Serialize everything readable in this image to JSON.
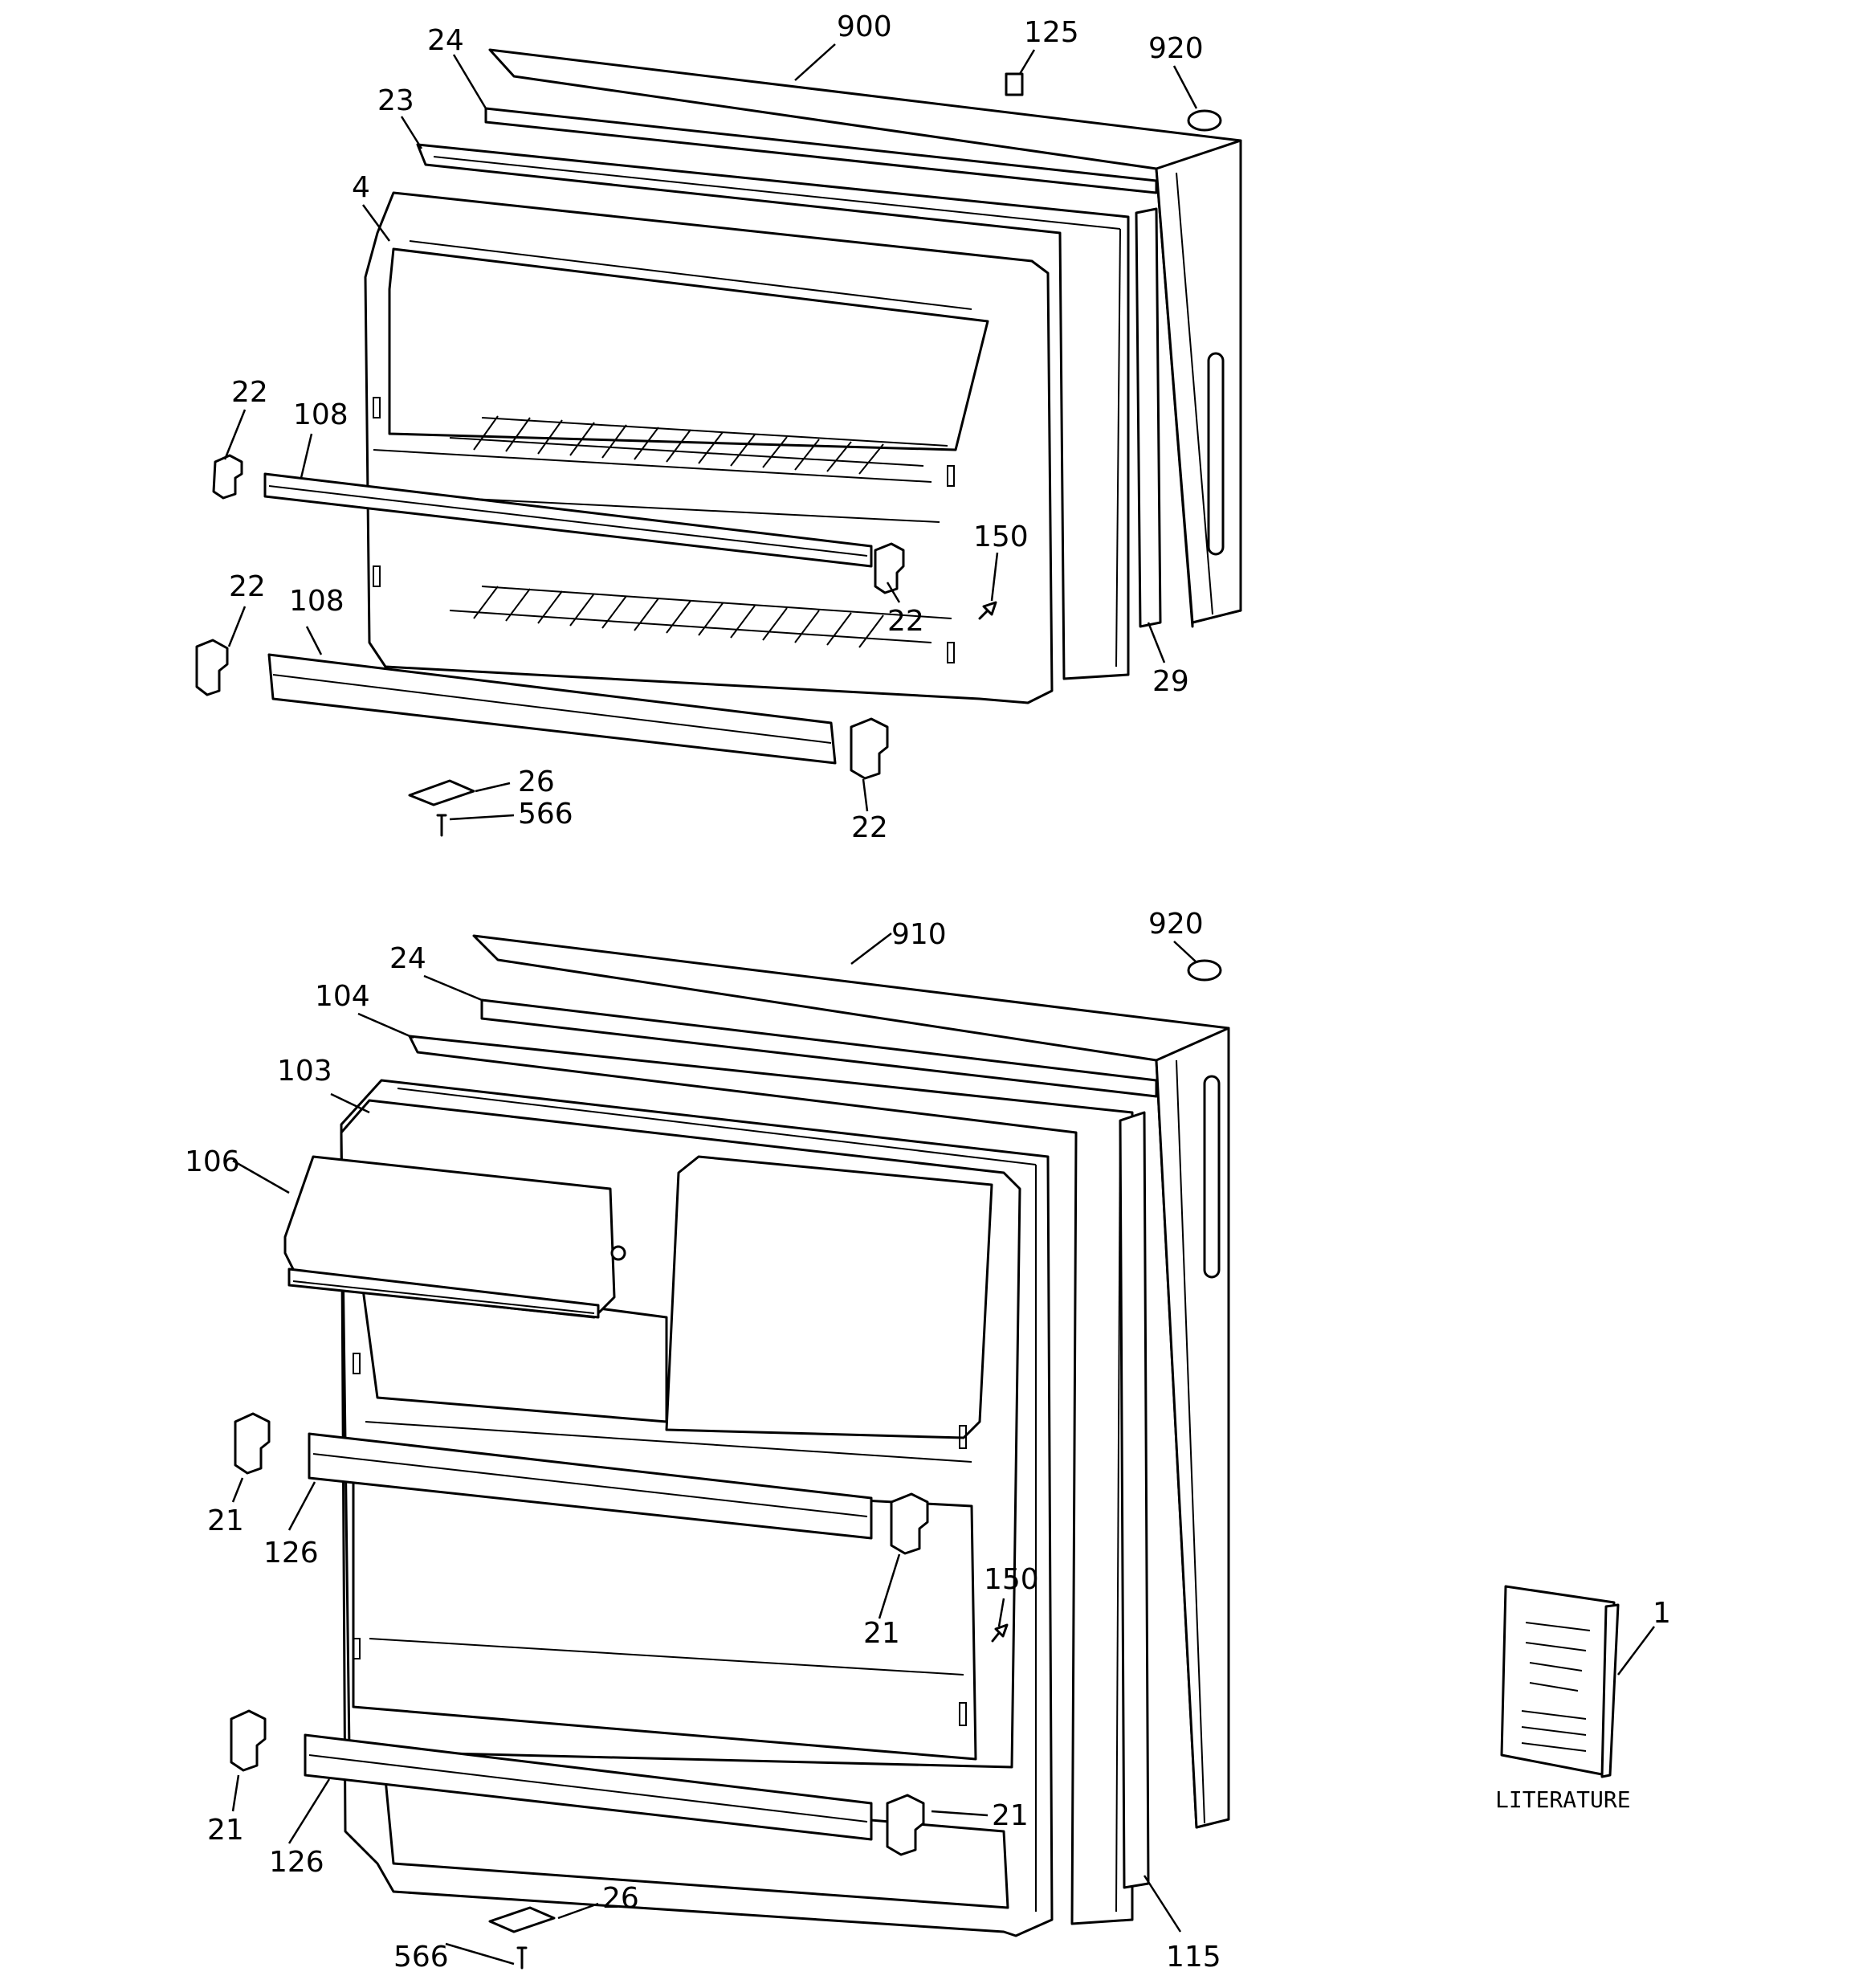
{
  "diagram": {
    "top_labels": {
      "p900": "900",
      "p125": "125",
      "p920": "920",
      "p24": "24",
      "p23": "23",
      "p4": "4",
      "p22a": "22",
      "p108a": "108",
      "p22b": "22",
      "p108b": "108",
      "p150": "150",
      "p22c": "22",
      "p29": "29",
      "p26": "26",
      "p566": "566",
      "p22d": "22"
    },
    "bottom_labels": {
      "p910": "910",
      "p920": "920",
      "p24": "24",
      "p104": "104",
      "p103": "103",
      "p106": "106",
      "p21a": "21",
      "p126a": "126",
      "p150": "150",
      "p21b": "21",
      "p21c": "21",
      "p126b": "126",
      "p21d": "21",
      "p26": "26",
      "p566": "566",
      "p115": "115"
    },
    "literature": {
      "part": "1",
      "caption": "LITERATURE"
    }
  }
}
